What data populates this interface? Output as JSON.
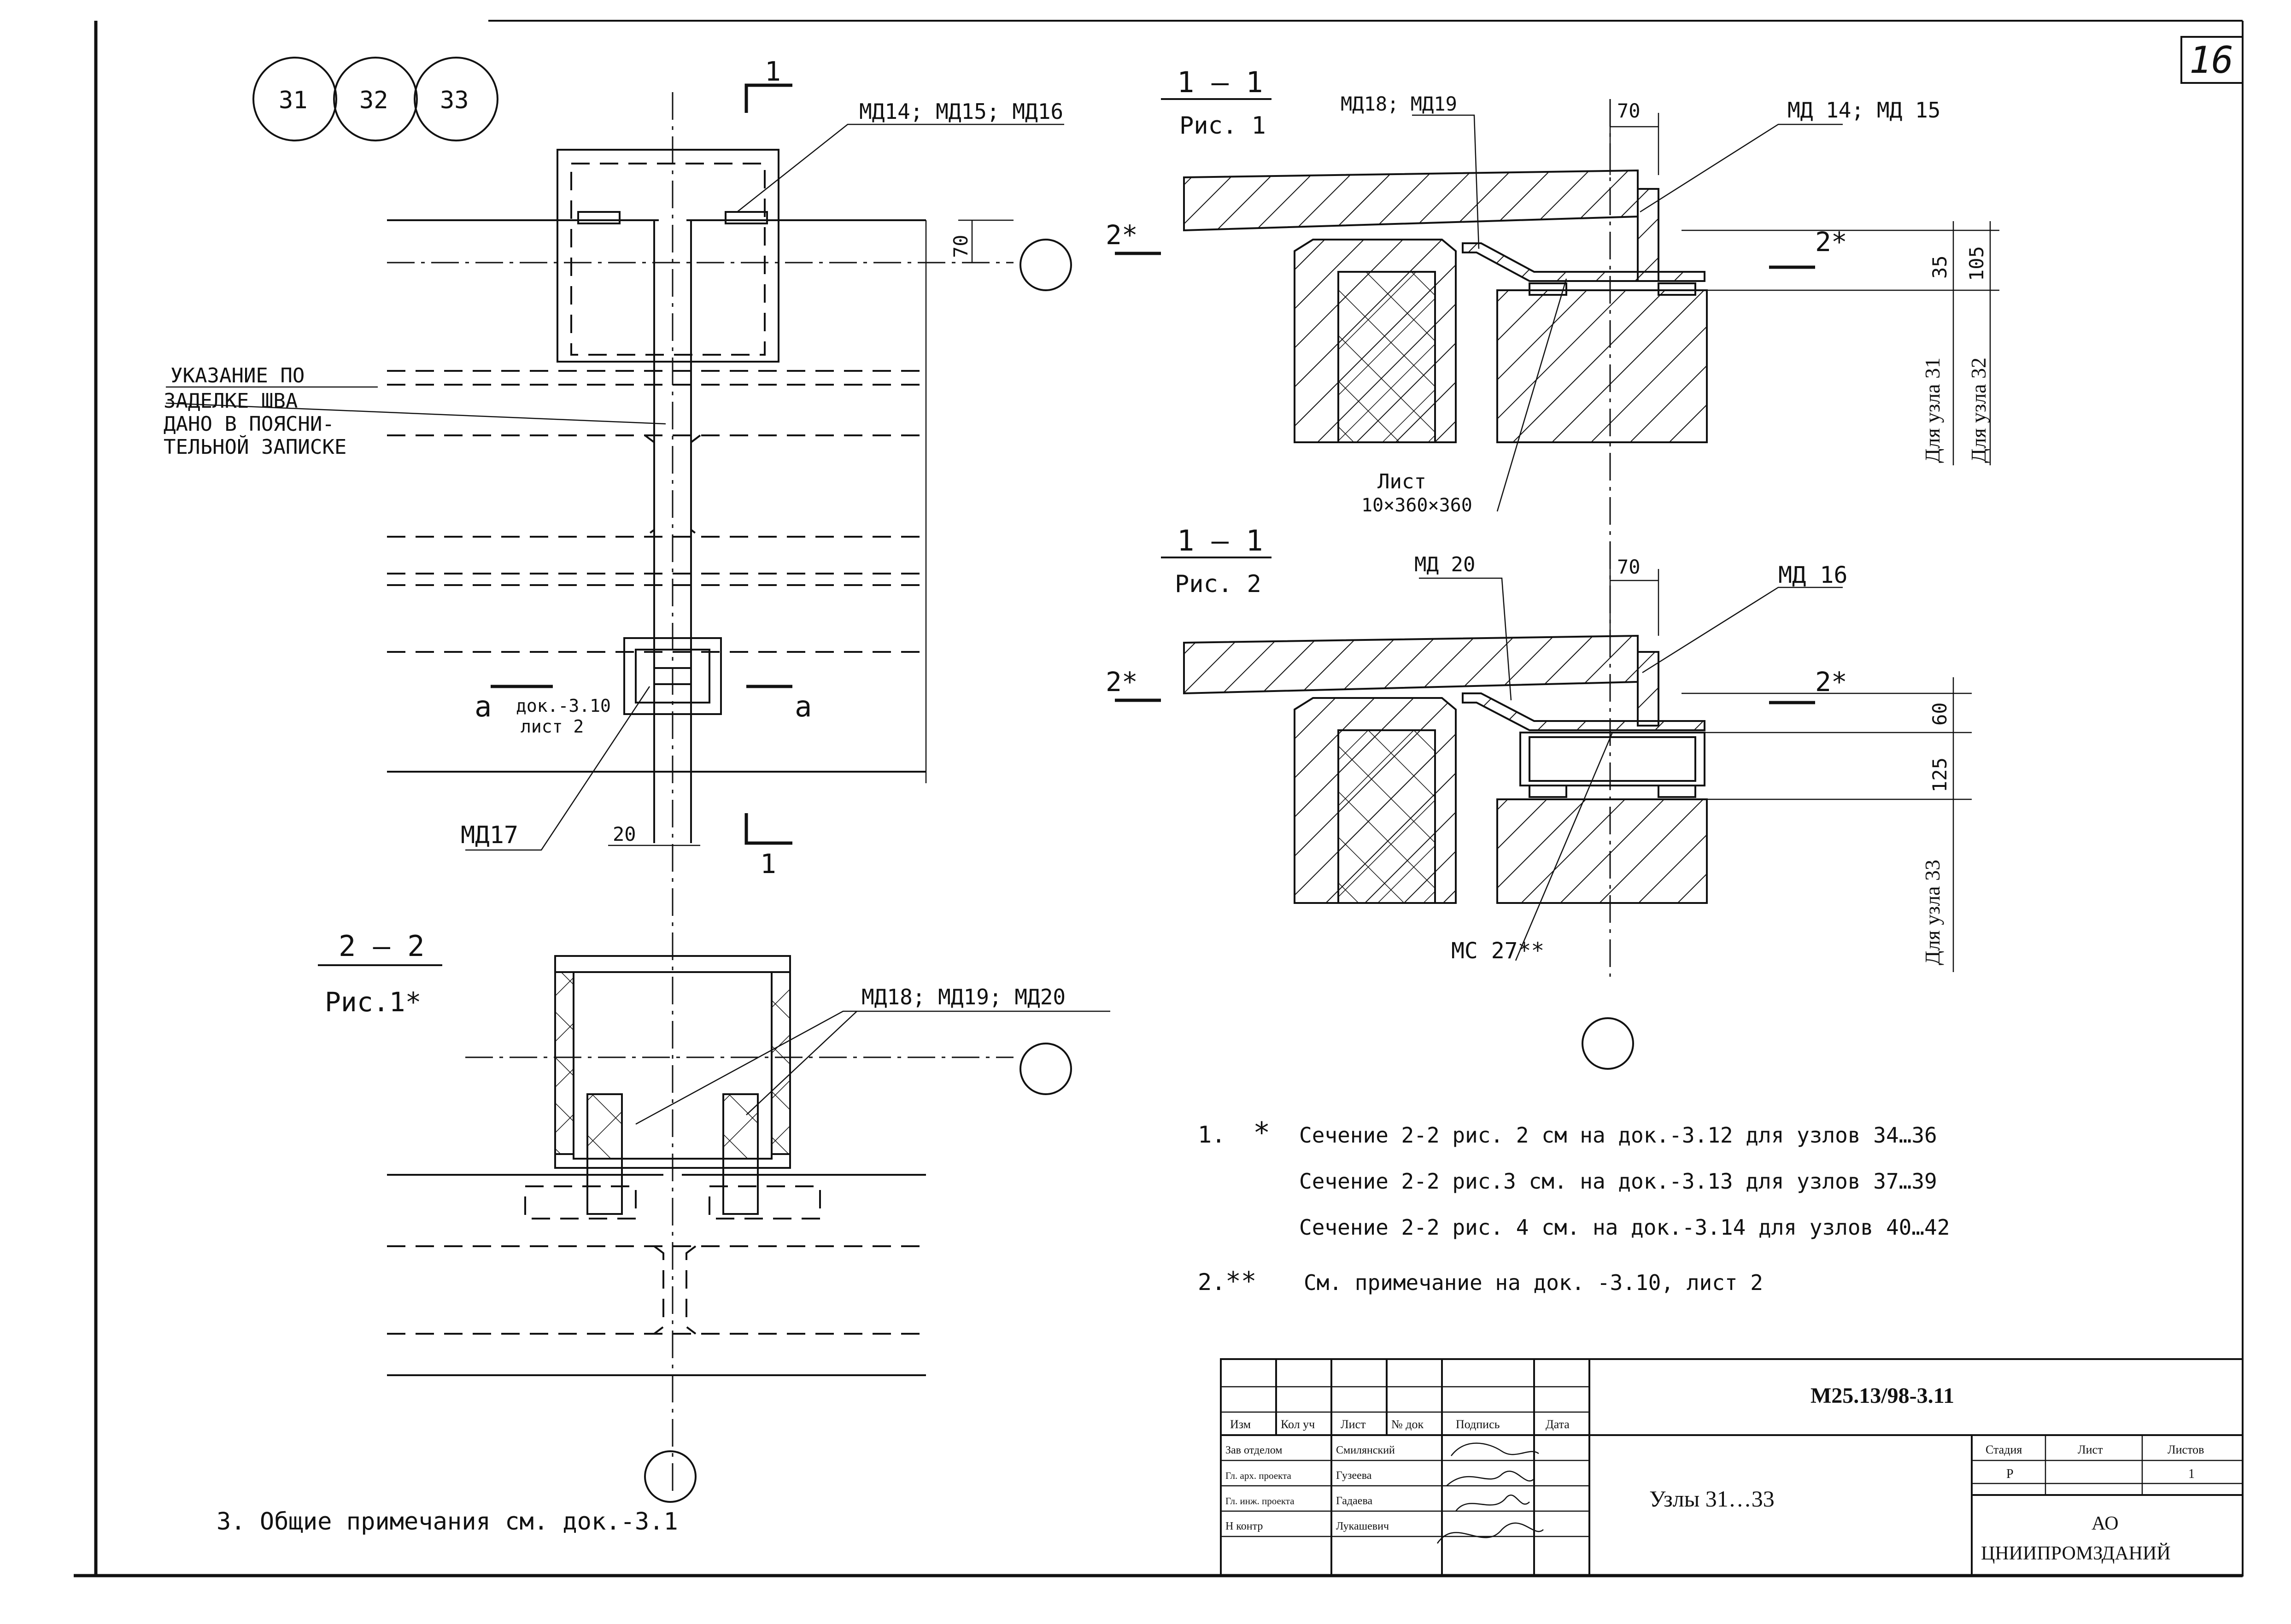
{
  "sheet": {
    "page_number": "16",
    "node_circles": [
      "31",
      "32",
      "33"
    ]
  },
  "plan": {
    "section_mark": "1",
    "callout_top": "МД14; МД15; МД16",
    "dim_70": "70",
    "note_lines": [
      "УКАЗАНИЕ ПО",
      "ЗАДЕЛКЕ ШВА",
      "ДАНО В ПОЯСНИ-",
      "ТЕЛЬНОЙ ЗАПИСКЕ"
    ],
    "section_a_left": "а",
    "section_a_right": "а",
    "doc_ref_1": "док.-3.10",
    "doc_ref_2": "лист 2",
    "callout_md17": "МД17",
    "dim_20": "20",
    "section_mark_bottom": "1"
  },
  "section22": {
    "title": "2 – 2",
    "subtitle": "Рис.1*",
    "callout": "МД18; МД19; МД20"
  },
  "fig1": {
    "title": "1 – 1",
    "subtitle": "Рис. 1",
    "callout_left": "МД18; МД19",
    "callout_right": "МД 14; МД 15",
    "dim_70": "70",
    "dim_35": "35",
    "dim_105": "105",
    "mark_left": "2*",
    "mark_right": "2*",
    "label_node31": "Для узла 31",
    "label_node32": "Для узла 32",
    "sheet_label_1": "Лист",
    "sheet_label_2": "10×360×360"
  },
  "fig2": {
    "title": "1 – 1",
    "subtitle": "Рис. 2",
    "callout_left": "МД 20",
    "callout_right": "МД 16",
    "dim_70": "70",
    "dim_60": "60",
    "dim_125": "125",
    "mark_left": "2*",
    "mark_right": "2*",
    "label_node33": "Для узла 33",
    "callout_mc": "МС 27**"
  },
  "notes": [
    {
      "num": "1.",
      "star": "*",
      "text": "Сечение 2-2 рис. 2 см на док.-3.12 для узлов 34…36"
    },
    {
      "num": "",
      "star": "",
      "text": "Сечение 2-2 рис.3  см. на док.-3.13 для узлов 37…39"
    },
    {
      "num": "",
      "star": "",
      "text": "Сечение 2-2 рис. 4 см. на док.-3.14 для узлов 40…42"
    },
    {
      "num": "2.",
      "star": "**",
      "text": "См. примечание на док. -3.10, лист 2"
    }
  ],
  "general_note": "3. Общие  примечания  см.    док.-3.1",
  "title_block": {
    "doc_code": "М25.13/98-3.11",
    "title": "Узлы 31…33",
    "headers": [
      "Изм",
      "Кол уч",
      "Лист",
      "№ док",
      "Подпись",
      "Дата"
    ],
    "roles": [
      {
        "role": "Зав отделом",
        "name": "Смилянский"
      },
      {
        "role": "Гл. арх. проекта",
        "name": "Гузеева"
      },
      {
        "role": "Гл. инж. проекта",
        "name": "Гадаева"
      },
      {
        "role": "Н контр",
        "name": "Лукашевич"
      }
    ],
    "stage_label": "Стадия",
    "sheet_label": "Лист",
    "sheets_label": "Листов",
    "stage_value": "Р",
    "sheets_value": "1",
    "org_line1": "АО",
    "org_line2": "ЦНИИПРОМЗДАНИЙ"
  }
}
